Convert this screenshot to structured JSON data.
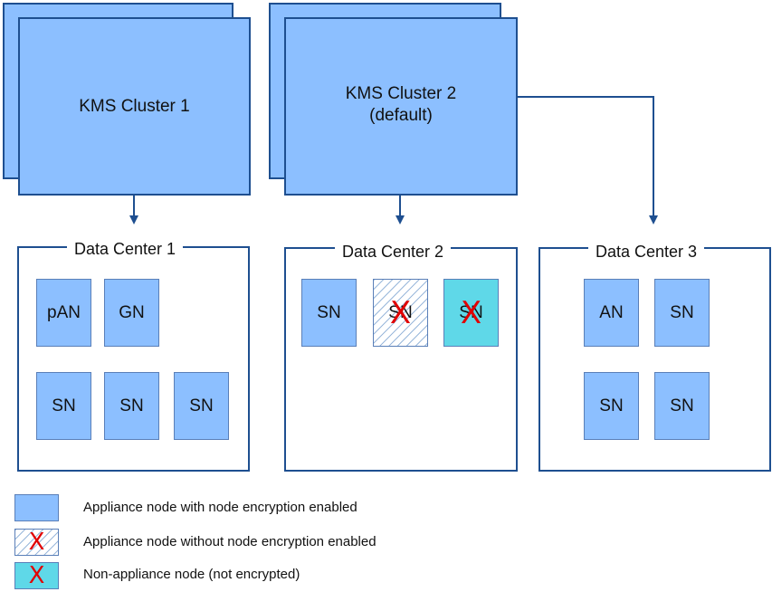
{
  "kms_clusters": [
    {
      "label": "KMS Cluster 1",
      "sublabel": ""
    },
    {
      "label": "KMS Cluster 2",
      "sublabel": "(default)"
    }
  ],
  "data_centers": [
    {
      "title": "Data Center 1",
      "nodes": [
        "pAN",
        "GN",
        "SN",
        "SN",
        "SN"
      ]
    },
    {
      "title": "Data Center 2",
      "nodes": [
        "SN",
        "SN",
        "SN"
      ]
    },
    {
      "title": "Data Center 3",
      "nodes": [
        "AN",
        "SN",
        "SN",
        "SN"
      ]
    }
  ],
  "legend": [
    {
      "label": "Appliance node with node encryption enabled",
      "style": "encrypted"
    },
    {
      "label": "Appliance node without node encryption enabled",
      "style": "unencrypted-appliance"
    },
    {
      "label": "Non-appliance node (not encrypted)",
      "style": "non-appliance"
    }
  ],
  "x_mark": "X",
  "colors": {
    "appliance_encrypted": "#8cbfff",
    "non_appliance": "#5fd8e8",
    "border": "#1e4f90",
    "x_mark": "#e10000"
  }
}
